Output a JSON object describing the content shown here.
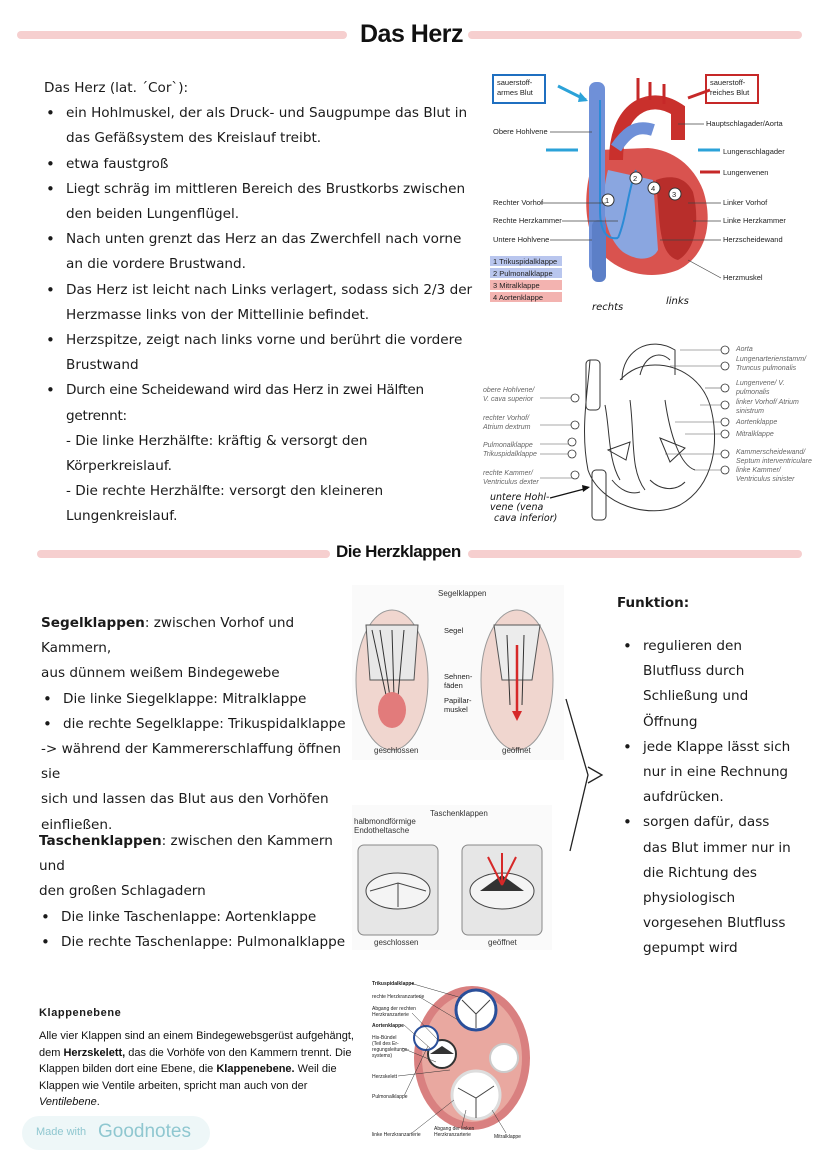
{
  "title": "Das Herz",
  "intro": {
    "lead": "Das Herz (lat. ´Cor`):",
    "bullets": [
      "ein Hohlmuskel, der als Druck- und Saugpumpe das Blut in das Gefäßsystem des Kreislauf treibt.",
      "etwa faustgroß",
      "Liegt schräg im mittleren Bereich des Brustkorbs zwischen den beiden Lungenflügel.",
      "Nach unten grenzt das Herz an das Zwerchfell nach vorne an die vordere Brustwand.",
      "Das Herz ist leicht nach Links verlagert, sodass sich 2/3 der Herzmasse links von der Mittellinie befindet.",
      "Herzspitze, zeigt nach links vorne und berührt die vordere Brustwand",
      "Durch eine Scheidewand wird das Herz in zwei Hälften getrennt:"
    ],
    "subpoints": [
      "- Die linke Herzhälfte:  kräftig & versorgt den Körperkreislauf.",
      "- Die rechte Herzhälfte: versorgt den kleineren Lungenkreislauf."
    ]
  },
  "diagram1": {
    "box_left": "sauerstoff-armes Blut",
    "box_right": "sauerstoff-reiches Blut",
    "labels_left": [
      "Obere Hohlvene",
      "Rechter Vorhof",
      "Rechte Herzkammer",
      "Untere Hohlvene"
    ],
    "labels_right": [
      "Hauptschlagader/Aorta",
      "Lungenschlagader",
      "Lungenvenen",
      "Linker Vorhof",
      "Linke Herzkammer",
      "Herzscheidewand",
      "Herzmuskel"
    ],
    "legend": [
      "1  Trikuspidalklappe",
      "2  Pulmonalklappe",
      "3  Mitralklappe",
      "4  Aortenklappe"
    ],
    "legend_colors": [
      "#b9c6ee",
      "#b9c6ee",
      "#f3b3b0",
      "#f3b3b0"
    ],
    "numbers": [
      "1",
      "2",
      "3",
      "4"
    ],
    "hand_rechts": "rechts",
    "hand_links": "links"
  },
  "diagram2": {
    "left_labels": [
      "obere Hohlvene/",
      "V. cava superior",
      "rechter Vorhof/",
      "Atrium dextrum",
      "Pulmonalklappe",
      "Trikuspidalklappe",
      "rechte Kammer/",
      "Ventriculus dexter"
    ],
    "right_labels": [
      "Aorta",
      "Lungenarterienstamm/",
      "Truncus pulmonalis",
      "Lungenvene/ V.",
      "pulmonalis",
      "linker Vorhof/ Atrium",
      "sinistrum",
      "Aortenklappe",
      "Mitralklappe",
      "Kammerscheidewand/",
      "Septum interventriculare",
      "linke Kammer/",
      "Ventriculus sinister"
    ],
    "handnote": [
      "untere Hohl-",
      "vene (vena",
      "cava inferior)"
    ]
  },
  "section2_title": "Die Herzklappen",
  "segel": {
    "lead_bold": "Segelklappen",
    "lead_rest": ": zwischen Vorhof und Kammern,",
    "line2": "aus dünnem weißem Bindegewebe",
    "bullets": [
      "Die linke Siegelklappe: Mitralklappe",
      "die rechte Segelklappe: Trikuspidalklappe"
    ],
    "after": [
      "-> während der Kammererschlaffung öffnen sie",
      "sich und lassen das Blut aus den Vorhöfen",
      "einfließen."
    ]
  },
  "tasche": {
    "lead_bold": "Taschenklappen",
    "lead_rest": ": zwischen den Kammern und",
    "line2": "den großen Schlagadern",
    "bullets": [
      "Die linke Taschenlappe: Aortenklappe",
      "Die rechte Taschenlappe: Pulmonalklappe"
    ]
  },
  "fig_segel": {
    "title": "Segelklappen",
    "labels": [
      "Segel",
      "Sehnen-",
      "fäden",
      "Papillar-",
      "muskel"
    ],
    "caps": [
      "geschlossen",
      "geöffnet"
    ]
  },
  "fig_tasche": {
    "title": "Taschenklappen",
    "labels": [
      "halbmondförmige",
      "Endotheltasche"
    ],
    "caps": [
      "geschlossen",
      "geöffnet"
    ]
  },
  "funktion": {
    "title": "Funktion:",
    "bullets": [
      "regulieren den Blutfluss durch Schließung und Öffnung",
      "jede Klappe lässt sich nur in eine Rechnung aufdrücken.",
      "sorgen dafür, dass das Blut immer nur in die Richtung des physiologisch vorgesehen Blutfluss gepumpt wird"
    ]
  },
  "klappenebene": {
    "title": "Klappenebene",
    "p1": "Alle vier Klappen sind an einem Bindegewebsgerüst aufgehängt, dem ",
    "b1": "Herzskelett,",
    "p2": " das die Vorhöfe von den Kammern trennt. Die Klappen bilden dort eine Ebene, die ",
    "b2": "Klappenebene.",
    "p3": " Weil die Klappen wie Ventile arbeiten, spricht man auch von der ",
    "i1": "Ventilebene",
    "p4": "."
  },
  "fig_ebene": {
    "labels": [
      "Trikuspidalklappe",
      "rechte Herzkranzarterie",
      "Abgang der rechten",
      "Herzkranzarterie",
      "Aortenklappe",
      "His-Bündel",
      "(Teil des Er-",
      "regungsleitungs-",
      "systems)",
      "Herzskelett",
      "Pulmonalklappe",
      "linke Herzkranzarterie",
      "Abgang der linken",
      "Herzkranzarterie",
      "Mitralklappe"
    ]
  },
  "badge": {
    "prefix": "Made with",
    "brand": "Goodnotes"
  }
}
